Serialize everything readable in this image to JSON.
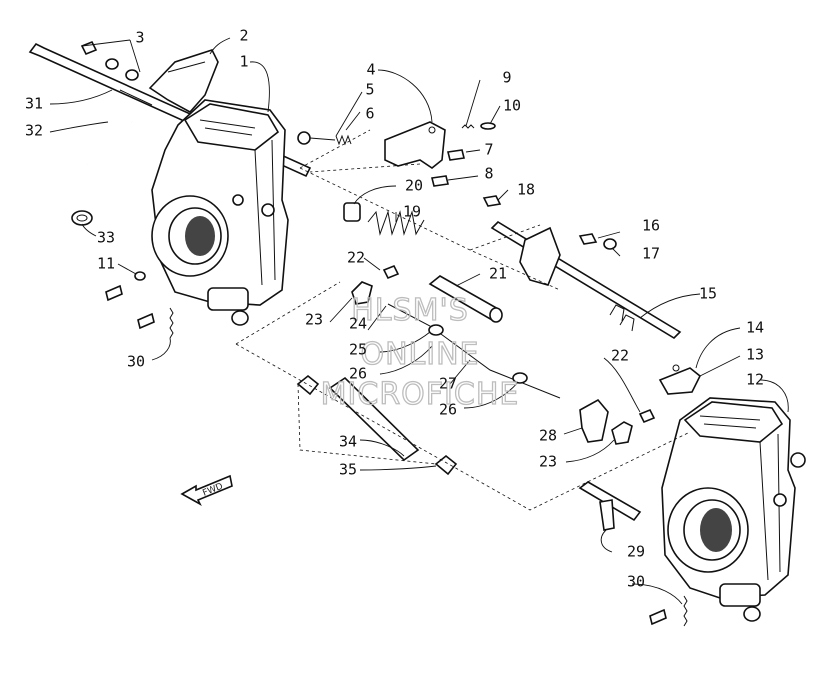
{
  "diagram": {
    "labels": [
      {
        "id": "l1",
        "text": "1"
      },
      {
        "id": "l2",
        "text": "2"
      },
      {
        "id": "l3",
        "text": "3"
      },
      {
        "id": "l4",
        "text": "4"
      },
      {
        "id": "l5",
        "text": "5"
      },
      {
        "id": "l6",
        "text": "6"
      },
      {
        "id": "l7",
        "text": "7"
      },
      {
        "id": "l8",
        "text": "8"
      },
      {
        "id": "l9",
        "text": "9"
      },
      {
        "id": "l10",
        "text": "10"
      },
      {
        "id": "l11",
        "text": "11"
      },
      {
        "id": "l12",
        "text": "12"
      },
      {
        "id": "l13",
        "text": "13"
      },
      {
        "id": "l14",
        "text": "14"
      },
      {
        "id": "l15",
        "text": "15"
      },
      {
        "id": "l16",
        "text": "16"
      },
      {
        "id": "l17",
        "text": "17"
      },
      {
        "id": "l18",
        "text": "18"
      },
      {
        "id": "l19",
        "text": "19"
      },
      {
        "id": "l20",
        "text": "20"
      },
      {
        "id": "l21",
        "text": "21"
      },
      {
        "id": "l22a",
        "text": "22"
      },
      {
        "id": "l22b",
        "text": "22"
      },
      {
        "id": "l23a",
        "text": "23"
      },
      {
        "id": "l23b",
        "text": "23"
      },
      {
        "id": "l24",
        "text": "24"
      },
      {
        "id": "l25",
        "text": "25"
      },
      {
        "id": "l26a",
        "text": "26"
      },
      {
        "id": "l26b",
        "text": "26"
      },
      {
        "id": "l27",
        "text": "27"
      },
      {
        "id": "l28",
        "text": "28"
      },
      {
        "id": "l29",
        "text": "29"
      },
      {
        "id": "l30a",
        "text": "30"
      },
      {
        "id": "l30b",
        "text": "30"
      },
      {
        "id": "l31",
        "text": "31"
      },
      {
        "id": "l32",
        "text": "32"
      },
      {
        "id": "l33",
        "text": "33"
      },
      {
        "id": "l34",
        "text": "34"
      },
      {
        "id": "l35",
        "text": "35"
      }
    ],
    "watermark": [
      "HLSM'S",
      "ONLINE",
      "MICROFICHE"
    ],
    "forward_arrow": "FWD"
  }
}
